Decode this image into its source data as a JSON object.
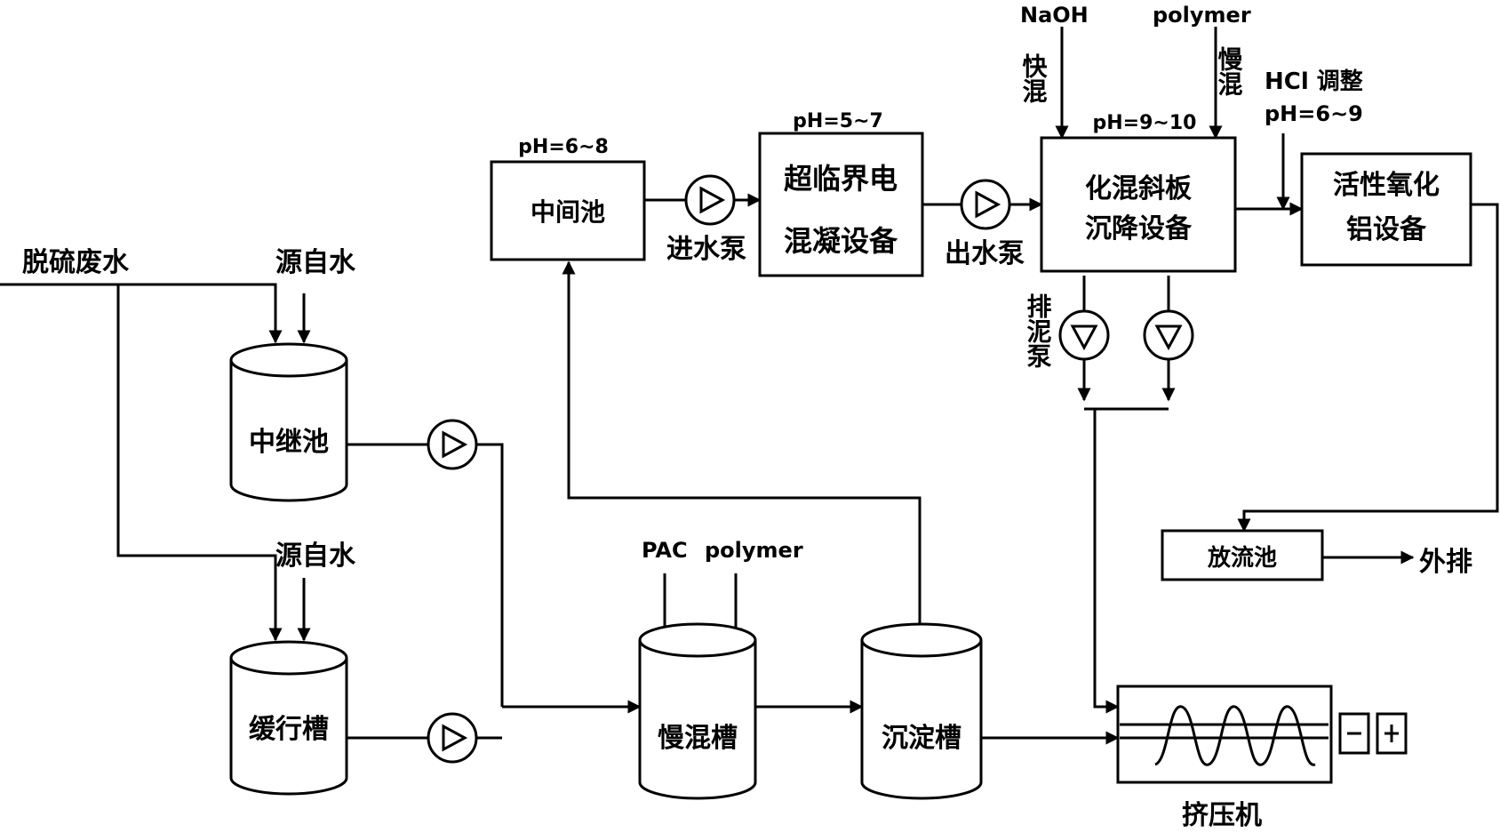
{
  "inputs": {
    "desulfurization_wastewater": "脱硫废水",
    "tap_water_1": "源自水",
    "tap_water_2": "源自水",
    "naoh": "NaOH",
    "polymer_top": "polymer",
    "fast_mix": "快混",
    "slow_mix": "慢混",
    "hcl_adjust": "HCl 调整",
    "hcl_ph": "pH=6~9",
    "pac": "PAC",
    "polymer_bottom": "polymer"
  },
  "units": {
    "relay_tank": "中继池",
    "buffer_tank": "缓行槽",
    "slow_mix_tank": "慢混槽",
    "settling_tank": "沉淀槽",
    "intermediate_tank": "中间池",
    "intermediate_ph": "pH=6~8",
    "supercritical_line1": "超临界电",
    "supercritical_line2": "混凝设备",
    "supercritical_ph": "pH=5~7",
    "inclined_line1": "化混斜板",
    "inclined_line2": "沉降设备",
    "inclined_ph": "pH=9~10",
    "alumina_line1": "活性氧化",
    "alumina_line2": "铝设备",
    "discharge_tank": "放流池",
    "extruder": "挤压机"
  },
  "pumps": {
    "inlet_pump": "进水泵",
    "outlet_pump": "出水泵",
    "sludge_pump": "排泥泵"
  },
  "outputs": {
    "external_discharge": "外排"
  }
}
